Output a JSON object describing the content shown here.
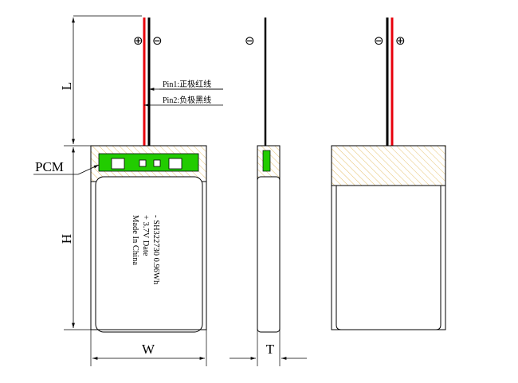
{
  "dimensions": {
    "length": "L",
    "height": "H",
    "width": "W",
    "thickness": "T"
  },
  "pcm_label": "PCM",
  "pins": {
    "pin1": "Pin1:正极红线",
    "pin2": "Pin2:负极黑线"
  },
  "polarity": {
    "positive": "⊕",
    "negative": "⊖"
  },
  "battery_label": {
    "line1": "- SH322730 0.96Wh",
    "line2": "+ 3.7V Date",
    "line3": "Made In China"
  },
  "colors": {
    "red_wire": "#e8000b",
    "black_wire": "#000000",
    "pcm_green": "#22cc00",
    "hatch": "#e0b24a",
    "line": "#000000"
  }
}
